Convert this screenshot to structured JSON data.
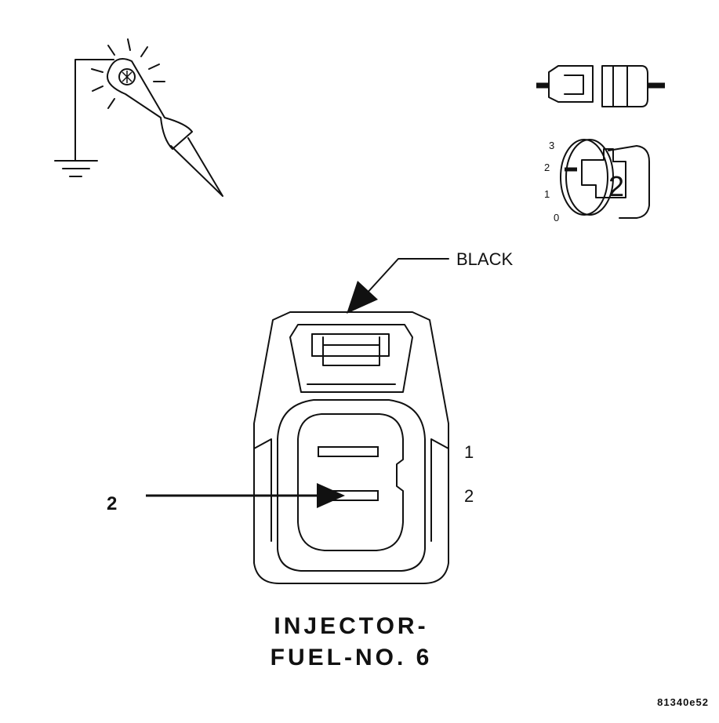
{
  "diagram": {
    "connector_color_label": "BLACK",
    "pin_labels": [
      "1",
      "2"
    ],
    "callout_pin": "2",
    "caption_line1": "INJECTOR-",
    "caption_line2": "FUEL-NO. 6",
    "key_position_marks": [
      "3",
      "2",
      "1",
      "0"
    ],
    "key_position_selected": "2",
    "figure_id": "81340e52"
  },
  "icons": {
    "test_light": "test-light-probe-icon",
    "ground": "ground-symbol-icon",
    "connector_disconnect": "connector-disconnected-icon",
    "ignition_switch": "ignition-key-position-icon"
  }
}
